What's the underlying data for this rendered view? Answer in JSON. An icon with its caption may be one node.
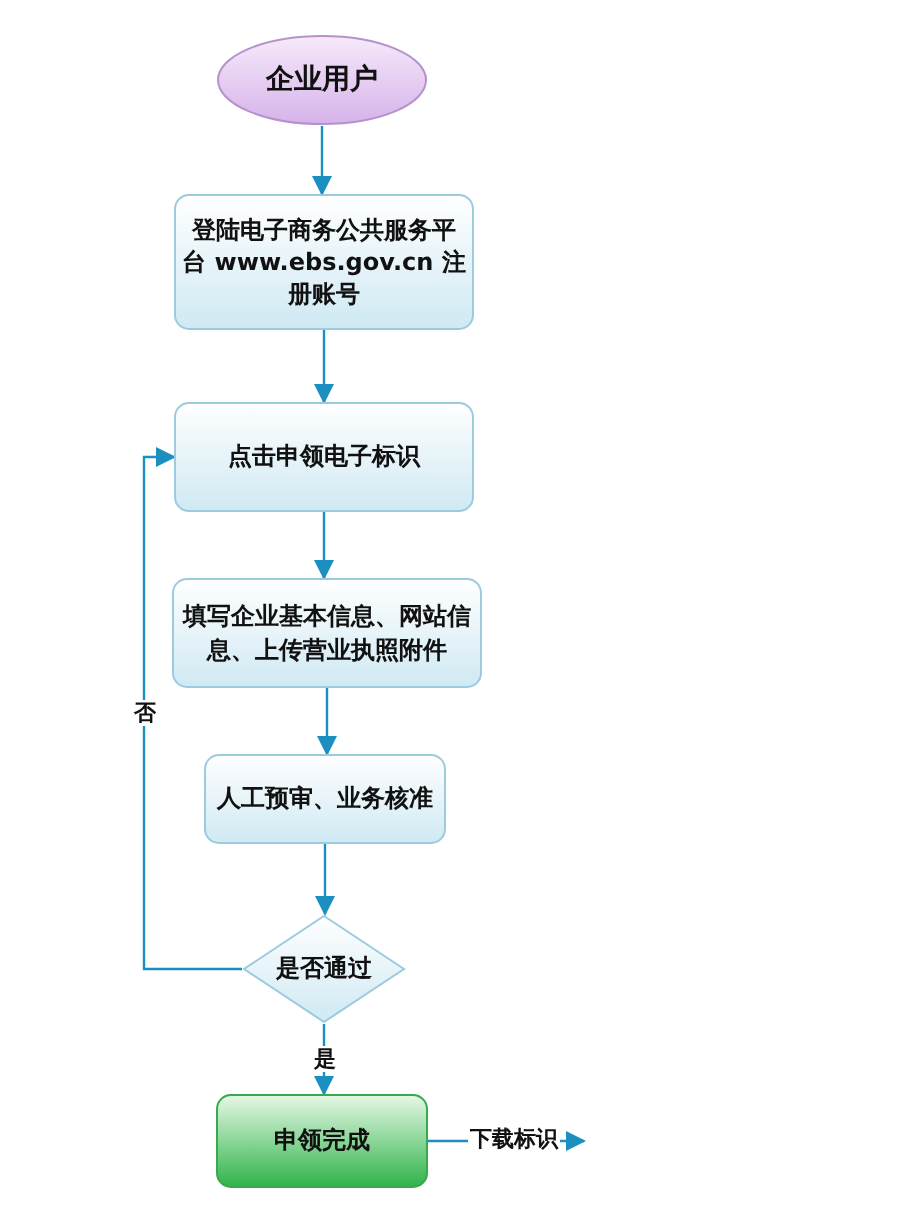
{
  "diagram": {
    "nodes": [
      {
        "text": [
          "企业用户"
        ]
      },
      {
        "text": [
          "登陆电子商务公共服务平台 www.ebs.gov.cn 注册账号"
        ]
      },
      {
        "text": [
          "点击申领电子标识"
        ]
      },
      {
        "text": [
          "填写企业基本信息、网站信息、上传营业执照附件"
        ]
      },
      {
        "text": [
          "人工预审、业务核准"
        ]
      },
      {
        "text": [
          "是否通过"
        ]
      },
      {
        "text": [
          "申领完成"
        ]
      }
    ],
    "edges": [
      {
        "from": 0,
        "to": 1,
        "arrow": "to"
      },
      {
        "from": 1,
        "to": 2,
        "arrow": "to"
      },
      {
        "from": 2,
        "to": 3,
        "arrow": "to"
      },
      {
        "from": 3,
        "to": 4,
        "arrow": "to"
      },
      {
        "from": 4,
        "to": 5,
        "arrow": "to"
      },
      {
        "from": 5,
        "to": 6,
        "arrow": "to",
        "label": "是"
      },
      {
        "from": 5,
        "to": 2,
        "arrow": "to",
        "label": "否"
      },
      {
        "from": 6,
        "to": null,
        "arrow": "to",
        "label": "下载标识"
      }
    ]
  }
}
